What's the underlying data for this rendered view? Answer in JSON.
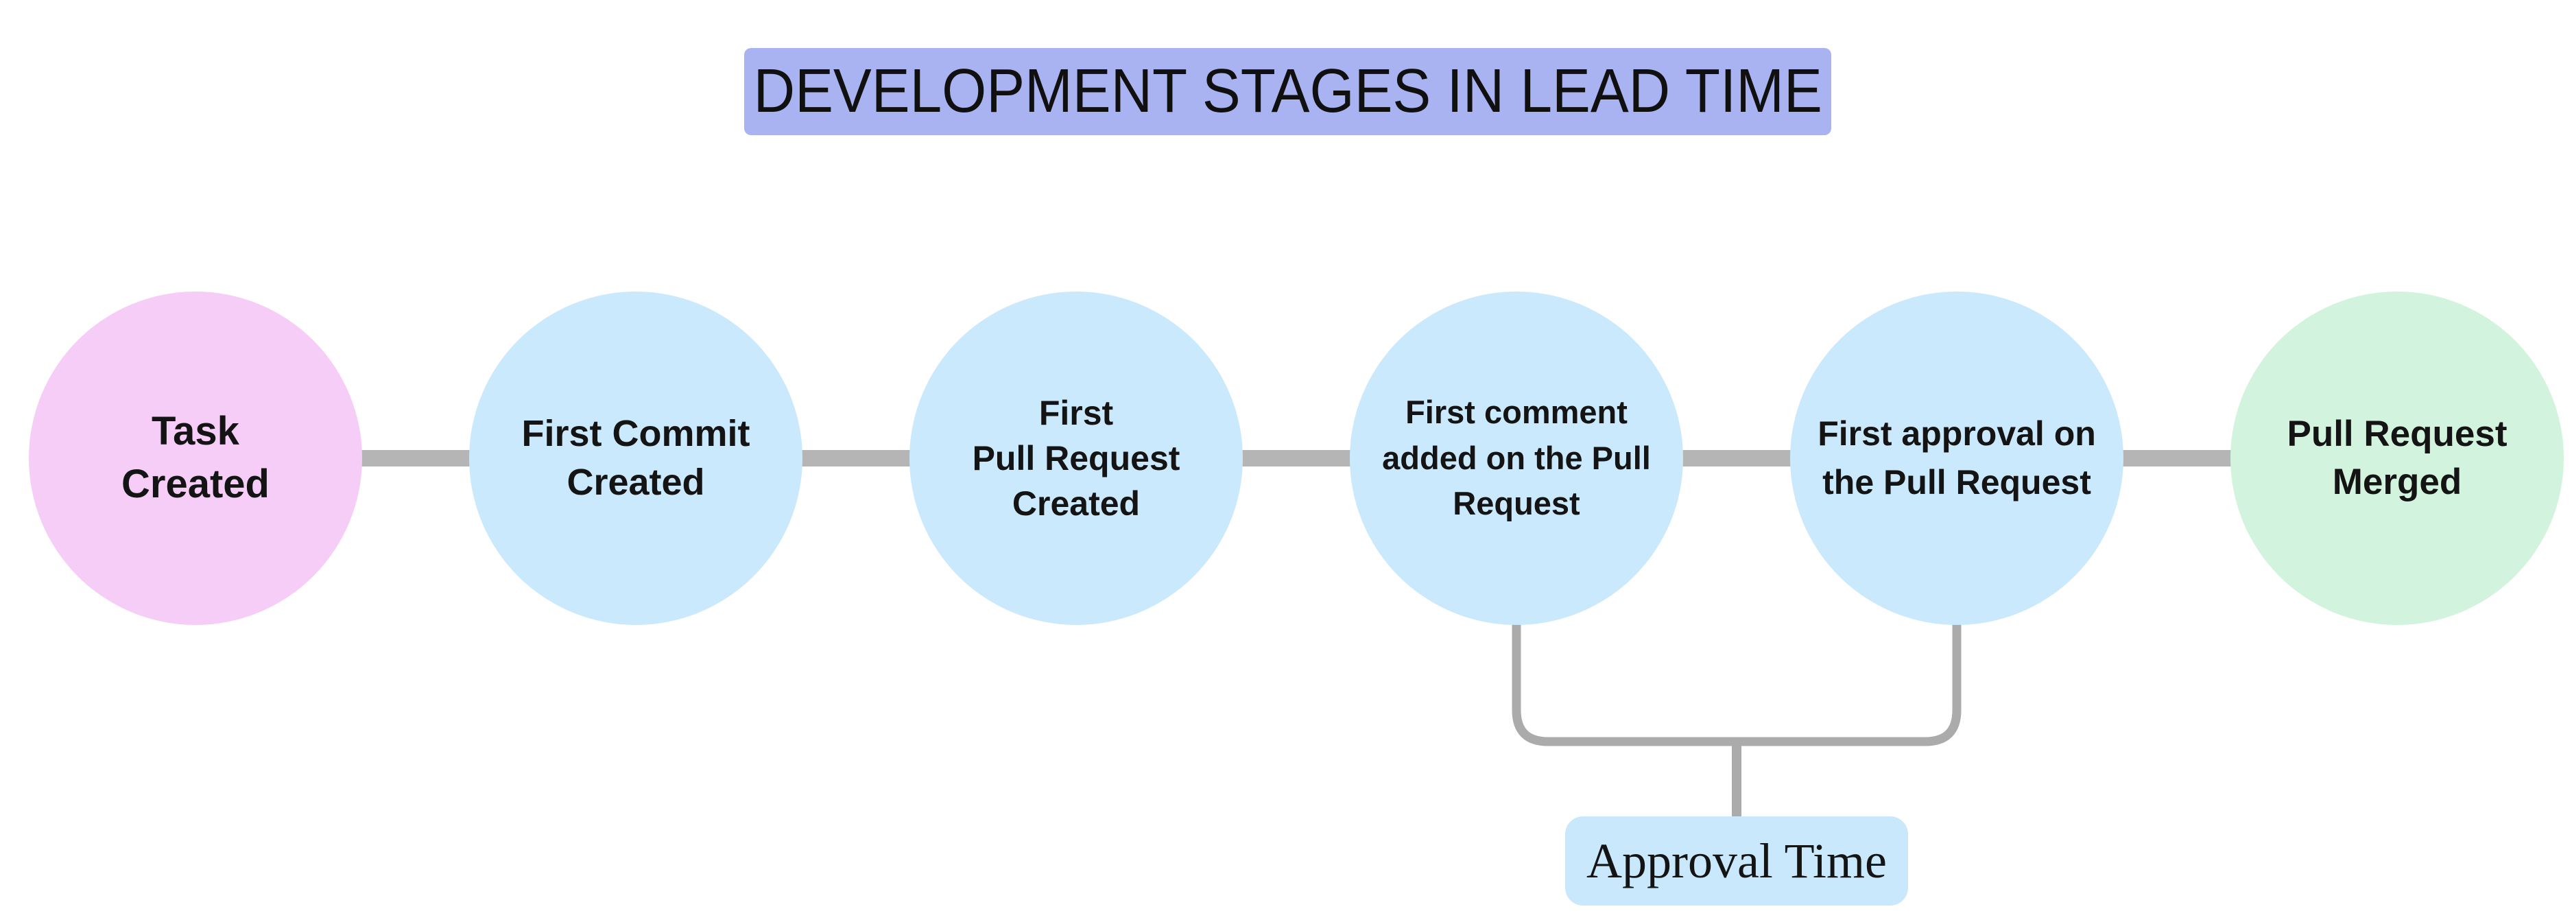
{
  "title": {
    "text": "DEVELOPMENT STAGES IN LEAD TIME"
  },
  "stages": [
    {
      "label": "Task\nCreated",
      "color": "#f5cdf6"
    },
    {
      "label": "First Commit\nCreated",
      "color": "#cbe9fc"
    },
    {
      "label": "First\nPull Request\nCreated",
      "color": "#cbe9fc"
    },
    {
      "label": "First comment\nadded on the Pull\nRequest",
      "color": "#cbe9fc"
    },
    {
      "label": "First approval on\nthe Pull Request",
      "color": "#cbe9fc"
    },
    {
      "label": "Pull Request\nMerged",
      "color": "#d2f3de"
    }
  ],
  "annotation": {
    "label": "Approval Time",
    "color": "#c9e8fb"
  },
  "colors": {
    "title_background": "#a9b3f1",
    "connector_gray": "#b5b5b5",
    "bracket_gray": "#ababab",
    "text": "#141414",
    "background": "#ffffff"
  }
}
